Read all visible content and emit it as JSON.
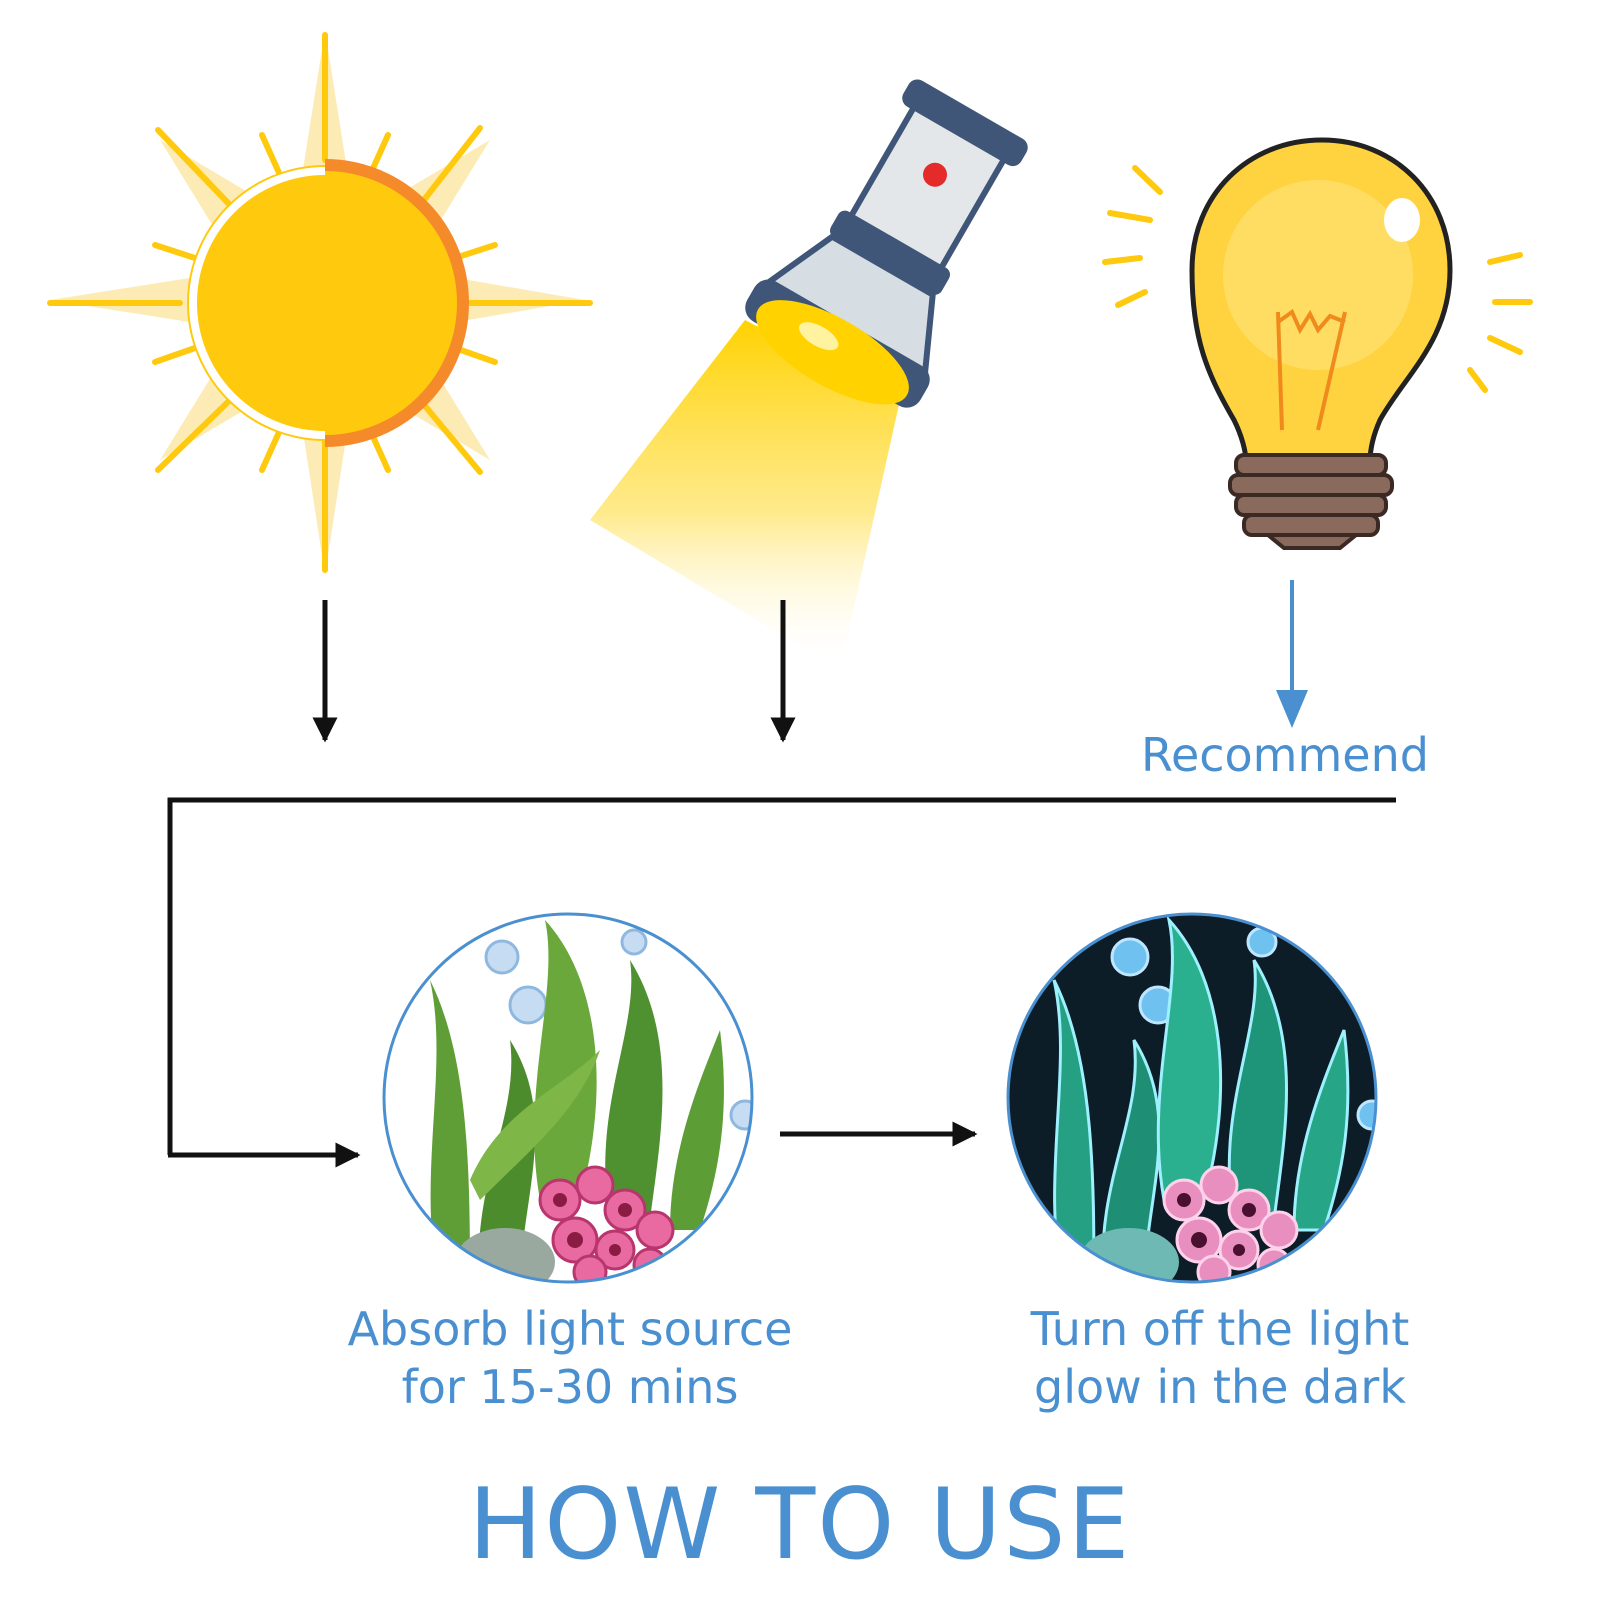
{
  "labels": {
    "recommend": "Recommend",
    "absorb_line1": "Absorb light source",
    "absorb_line2": "for 15-30 mins",
    "turnoff_line1": "Turn off the light",
    "turnoff_line2": "glow in the dark",
    "title": "HOW TO USE"
  },
  "colors": {
    "text_blue": "#4a90d0",
    "arrow_black": "#111111",
    "sun_yellow": "#ffc90e",
    "sun_orange": "#f58a2a",
    "flashlight_navy": "#3f5678",
    "bulb_yellow": "#ffd23f",
    "night_bg": "#0c1d28"
  },
  "icons": [
    "sun-icon",
    "flashlight-icon",
    "light-bulb-icon",
    "seaweed-daylight-image",
    "seaweed-glow-image"
  ]
}
